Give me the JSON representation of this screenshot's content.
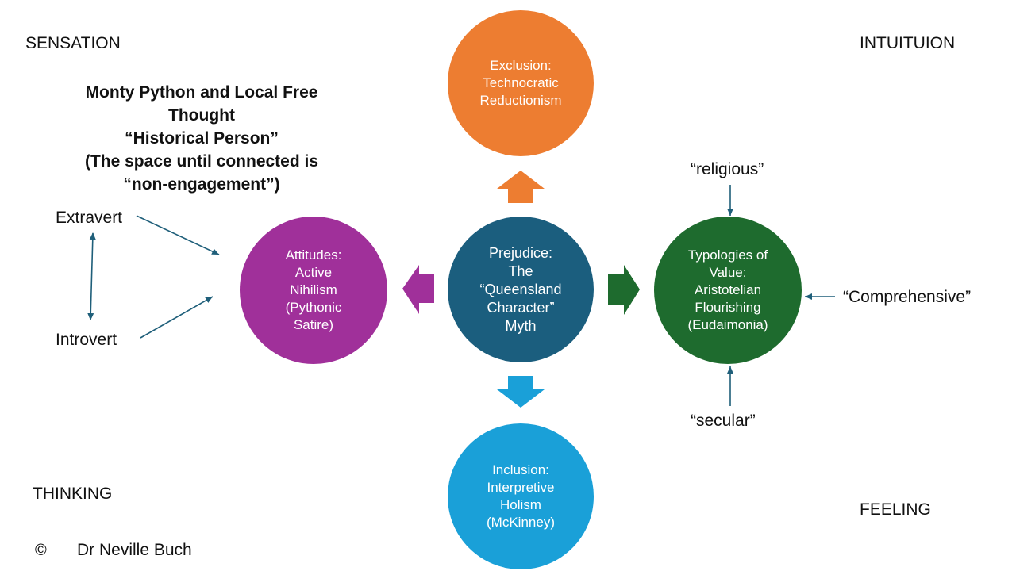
{
  "colors": {
    "top": "#ED7D31",
    "center": "#1B5E7E",
    "bottom": "#1AA0D8",
    "left": "#A0309A",
    "right": "#1E6B2E",
    "connector": "#1F5F7A"
  },
  "corners": {
    "top_left": "SENSATION",
    "top_right": "INTUITUION",
    "bottom_left": "THINKING",
    "bottom_right": "FEELING"
  },
  "title_lines": [
    "Monty Python and Local Free",
    "Thought",
    "“Historical Person”",
    "(The space until connected is",
    "“non-engagement”)"
  ],
  "left_labels": {
    "extravert": "Extravert",
    "introvert": "Introvert"
  },
  "right_labels": {
    "religious": "“religious”",
    "comprehensive": "“Comprehensive”",
    "secular": "“secular”"
  },
  "circles": {
    "top": [
      "Exclusion:",
      "Technocratic",
      "Reductionism"
    ],
    "center": [
      "Prejudice:",
      "The",
      "“Queensland",
      "Character”",
      "Myth"
    ],
    "bottom": [
      "Inclusion:",
      "Interpretive",
      "Holism",
      "(McKinney)"
    ],
    "left": [
      "Attitudes:",
      "Active",
      "Nihilism",
      "(Pythonic",
      "Satire)"
    ],
    "right": [
      "Typologies of",
      "Value:",
      "Aristotelian",
      "Flourishing",
      "(Eudaimonia)"
    ]
  },
  "footer": {
    "copyright_symbol": "©",
    "author": "Dr Neville Buch"
  }
}
